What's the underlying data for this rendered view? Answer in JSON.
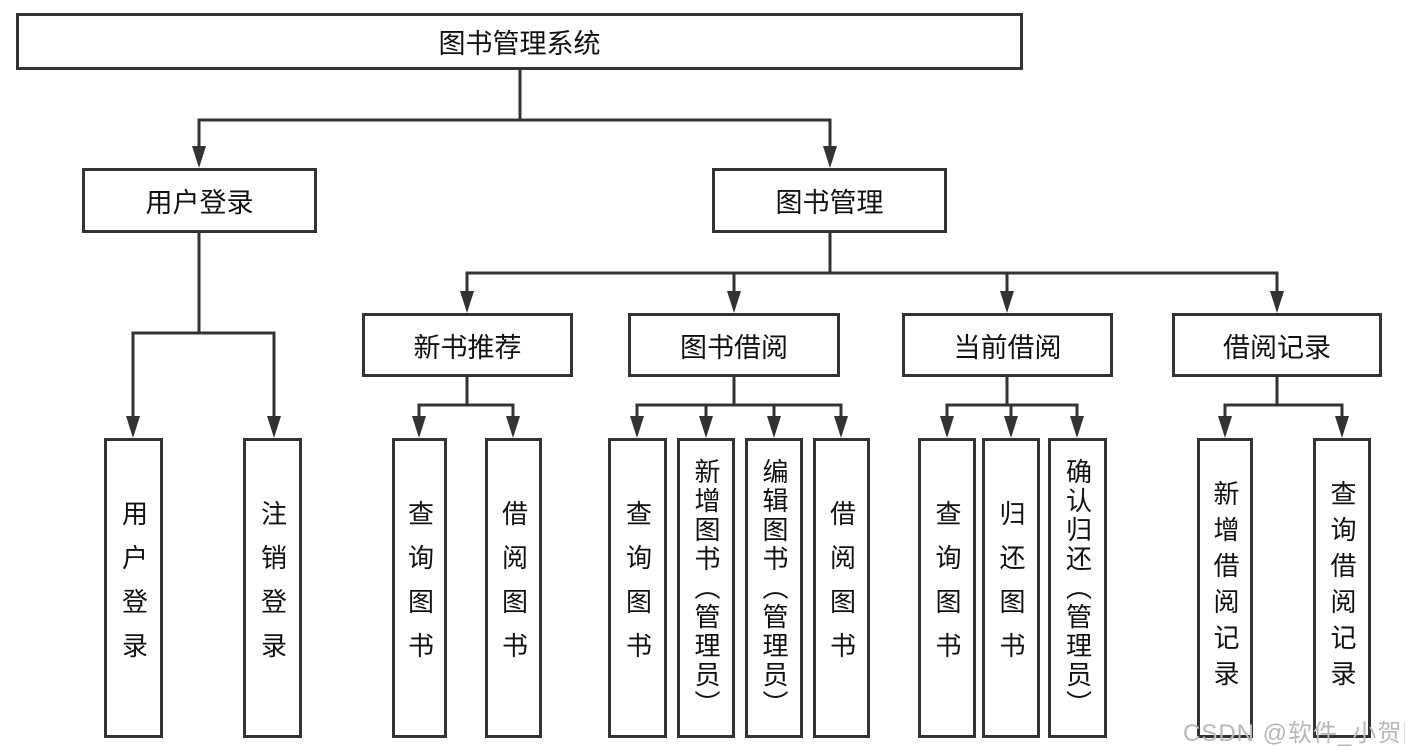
{
  "diagram": {
    "title": "图书管理系统",
    "root": {
      "label": "图书管理系统"
    },
    "level1": [
      {
        "label": "用户登录"
      },
      {
        "label": "图书管理"
      }
    ],
    "level2": [
      {
        "label": "新书推荐",
        "parent": "图书管理"
      },
      {
        "label": "图书借阅",
        "parent": "图书管理"
      },
      {
        "label": "当前借阅",
        "parent": "图书管理"
      },
      {
        "label": "借阅记录",
        "parent": "图书管理"
      }
    ],
    "leaves": [
      {
        "label": "用户登录",
        "parent": "用户登录"
      },
      {
        "label": "注销登录",
        "parent": "用户登录"
      },
      {
        "label": "查询图书",
        "parent": "新书推荐"
      },
      {
        "label": "借阅图书",
        "parent": "新书推荐"
      },
      {
        "label": "查询图书",
        "parent": "图书借阅"
      },
      {
        "label": "新增图书（管理员）",
        "parent": "图书借阅"
      },
      {
        "label": "编辑图书（管理员）",
        "parent": "图书借阅"
      },
      {
        "label": "借阅图书",
        "parent": "图书借阅"
      },
      {
        "label": "查询图书",
        "parent": "当前借阅"
      },
      {
        "label": "归还图书",
        "parent": "当前借阅"
      },
      {
        "label": "确认归还（管理员）",
        "parent": "当前借阅"
      },
      {
        "label": "新增借阅记录",
        "parent": "借阅记录"
      },
      {
        "label": "查询借阅记录",
        "parent": "借阅记录"
      }
    ]
  },
  "watermark": {
    "text": "CSDN @软件_小贺同学"
  },
  "colors": {
    "line": "#333333",
    "box_border": "#333333",
    "text": "#111111",
    "watermark": "#b8b8b8",
    "background": "#ffffff"
  }
}
